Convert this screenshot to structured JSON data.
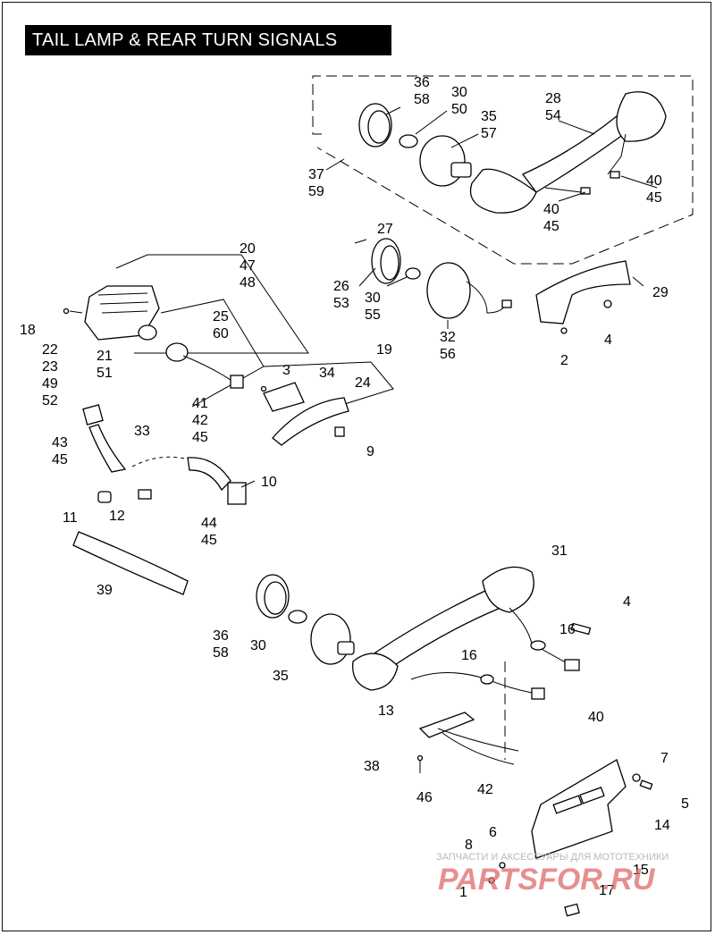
{
  "title": "TAIL LAMP & REAR  TURN SIGNALS",
  "watermark": {
    "line1": "ЗАПЧАСТИ И АКСЕССУАРЫ ДЛЯ МОТОТЕХНИКИ",
    "line2": "PARTSFOR.RU"
  },
  "callouts": [
    "36",
    "58",
    "30",
    "50",
    "35",
    "57",
    "28",
    "54",
    "37",
    "59",
    "40",
    "45",
    "40",
    "45",
    "27",
    "26",
    "53",
    "30",
    "55",
    "32",
    "56",
    "29",
    "4",
    "2",
    "20",
    "47",
    "48",
    "18",
    "25",
    "60",
    "22",
    "23",
    "49",
    "52",
    "21",
    "51",
    "19",
    "3",
    "34",
    "24",
    "41",
    "42",
    "45",
    "9",
    "43",
    "45",
    "33",
    "10",
    "44",
    "45",
    "11",
    "12",
    "39",
    "31",
    "4",
    "16",
    "36",
    "58",
    "30",
    "35",
    "16",
    "40",
    "13",
    "38",
    "46",
    "42",
    "7",
    "5",
    "14",
    "8",
    "6",
    "15",
    "1",
    "17"
  ]
}
